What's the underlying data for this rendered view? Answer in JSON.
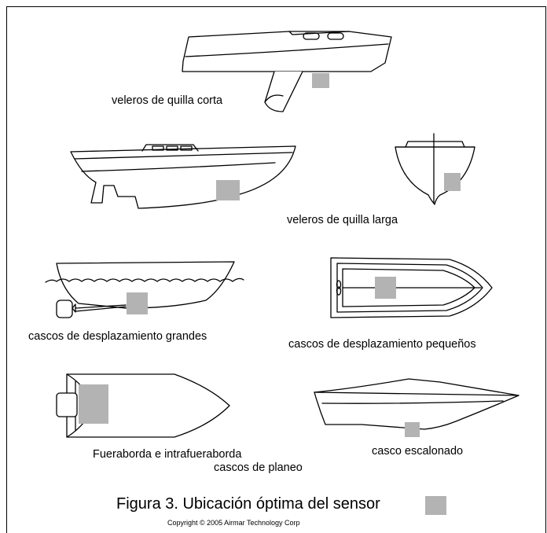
{
  "labels": {
    "short_keel": "veleros de quilla corta",
    "long_keel": "veleros de quilla larga",
    "large_displacement": "cascos de desplazamiento grandes",
    "small_displacement": "cascos de desplazamiento pequeños",
    "outboard_line1": "Fueraborda e intrafueraborda",
    "outboard_line2": "cascos de planeo",
    "stepped_hull": "casco escalonado"
  },
  "caption": "Figura 3. Ubicación óptima del sensor",
  "copyright": "Copyright © 2005 Airmar Technology Corp",
  "colors": {
    "sensor": "#b3b3b3",
    "line": "#000000"
  }
}
